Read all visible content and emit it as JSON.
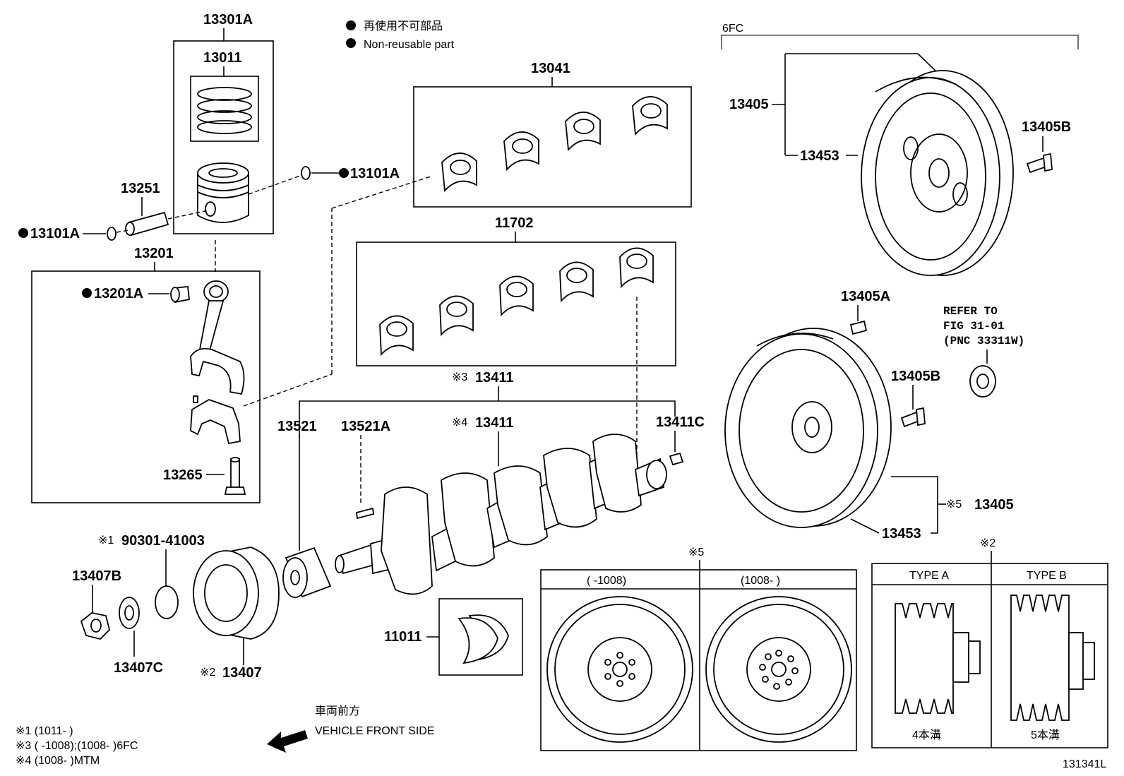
{
  "legend": {
    "jp": "再使用不可部品",
    "en": "Non-reusable part"
  },
  "figure_code": "131341L",
  "group_6fc": "6FC",
  "part_labels": {
    "p13301A": "13301A",
    "p13011": "13011",
    "p13251": "13251",
    "p13101A_left": "13101A",
    "p13101A_right": "13101A",
    "p13201": "13201",
    "p13201A": "13201A",
    "p13265": "13265",
    "p13041": "13041",
    "p11702": "11702",
    "p13411_a": "13411",
    "p13411_b": "13411",
    "p13521": "13521",
    "p13521A": "13521A",
    "p13411C": "13411C",
    "p13405_top": "13405",
    "p13453_top": "13453",
    "p13405B_top": "13405B",
    "p13405A": "13405A",
    "p13405B_mid": "13405B",
    "p13405_bot": "13405",
    "p13453_bot": "13453",
    "p90301": "90301-41003",
    "p13407B": "13407B",
    "p13407C": "13407C",
    "p13407": "13407",
    "p11011": "11011"
  },
  "marks": {
    "m1": "※1",
    "m2": "※2",
    "m3": "※3",
    "m4": "※4",
    "m5": "※5"
  },
  "refer": {
    "line1": "REFER TO",
    "line2": "FIG 31-01",
    "line3": "(PNC 33311W)"
  },
  "panel_5": {
    "mark": "※5",
    "left_header": "(      -1008)",
    "right_header": "(1008-      )"
  },
  "panel_2": {
    "mark": "※2",
    "type_a": "TYPE A",
    "type_b": "TYPE B",
    "type_a_note": "4本溝",
    "type_b_note": "5本溝"
  },
  "front": {
    "jp": "車両前方",
    "en": "VEHICLE FRONT SIDE"
  },
  "footnotes": {
    "n1": "※1 (1011-      )",
    "n3": "※3 (      -1008);(1008-      )6FC",
    "n4": "※4 (1008-      )MTM"
  }
}
